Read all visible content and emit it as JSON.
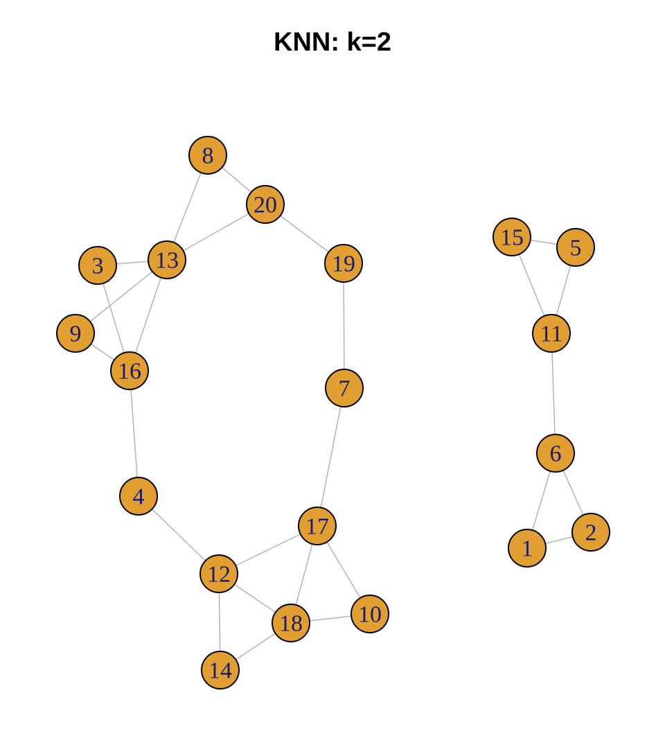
{
  "title": "KNN: k=2",
  "colors": {
    "node_fill": "#e19f32",
    "edge": "#b3b3b3",
    "label": "#1a1a6e"
  },
  "nodes": [
    {
      "id": "1"
    },
    {
      "id": "2"
    },
    {
      "id": "3"
    },
    {
      "id": "4"
    },
    {
      "id": "5"
    },
    {
      "id": "6"
    },
    {
      "id": "7"
    },
    {
      "id": "8"
    },
    {
      "id": "9"
    },
    {
      "id": "10"
    },
    {
      "id": "11"
    },
    {
      "id": "12"
    },
    {
      "id": "13"
    },
    {
      "id": "14"
    },
    {
      "id": "15"
    },
    {
      "id": "16"
    },
    {
      "id": "17"
    },
    {
      "id": "18"
    },
    {
      "id": "19"
    },
    {
      "id": "20"
    }
  ],
  "edges": [
    [
      "8",
      "20"
    ],
    [
      "8",
      "13"
    ],
    [
      "20",
      "13"
    ],
    [
      "20",
      "19"
    ],
    [
      "19",
      "7"
    ],
    [
      "7",
      "17"
    ],
    [
      "17",
      "12"
    ],
    [
      "17",
      "18"
    ],
    [
      "17",
      "10"
    ],
    [
      "12",
      "18"
    ],
    [
      "12",
      "14"
    ],
    [
      "18",
      "14"
    ],
    [
      "18",
      "10"
    ],
    [
      "12",
      "4"
    ],
    [
      "4",
      "16"
    ],
    [
      "16",
      "3"
    ],
    [
      "16",
      "9"
    ],
    [
      "16",
      "13"
    ],
    [
      "3",
      "13"
    ],
    [
      "9",
      "13"
    ],
    [
      "15",
      "5"
    ],
    [
      "15",
      "11"
    ],
    [
      "5",
      "11"
    ],
    [
      "11",
      "6"
    ],
    [
      "6",
      "1"
    ],
    [
      "6",
      "2"
    ],
    [
      "1",
      "2"
    ]
  ]
}
